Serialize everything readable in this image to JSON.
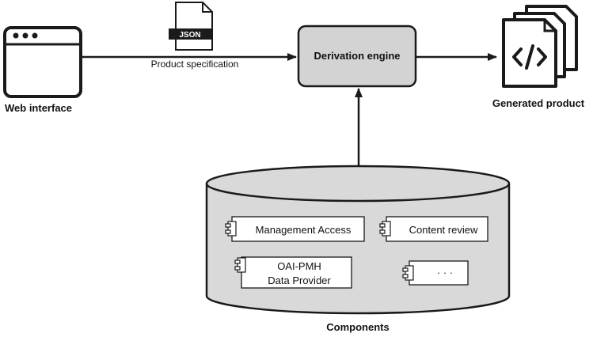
{
  "nodes": {
    "web_interface": {
      "label": "Web interface",
      "icon": "browser-window-icon"
    },
    "product_spec": {
      "label": "Product specification",
      "badge": "JSON",
      "icon": "json-file-icon"
    },
    "derivation_engine": {
      "label": "Derivation engine"
    },
    "generated_product": {
      "label": "Generated product",
      "icon": "code-files-icon"
    },
    "components": {
      "label": "Components",
      "items": [
        {
          "label": "Management Access"
        },
        {
          "label": "Content review"
        },
        {
          "line1": "OAI-PMH",
          "line2": "Data Provider"
        },
        {
          "label": "· · ·"
        }
      ]
    }
  },
  "colors": {
    "stroke": "#1a1a1a",
    "engine_fill": "#d3d3d3",
    "cylinder_fill": "#d9d9d9",
    "component_fill": "#ffffff"
  }
}
